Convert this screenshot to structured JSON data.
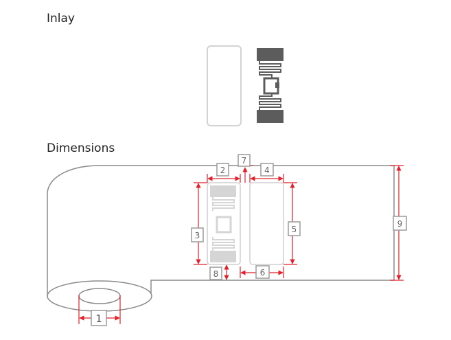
{
  "headings": {
    "inlay": "Inlay",
    "dimensions": "Dimensions"
  },
  "dimension_labels": [
    "1",
    "2",
    "3",
    "4",
    "5",
    "6",
    "7",
    "8",
    "9"
  ],
  "colors": {
    "dimension_line": "#e0202a",
    "outline": "#8a8a8a",
    "antenna": "#5c5c5c",
    "label_box": "#9a9a9a",
    "faint_outline": "#cfcfcf"
  }
}
